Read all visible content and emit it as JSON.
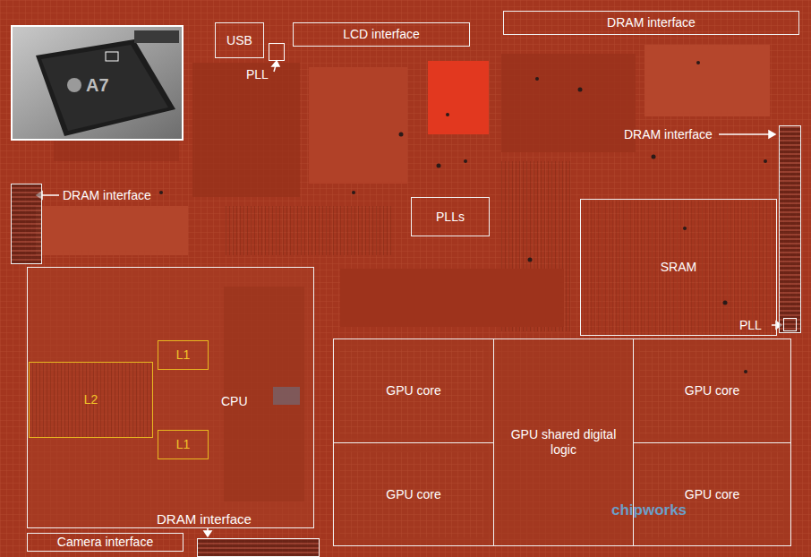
{
  "diagram": {
    "nodes": [
      {
        "text": [
          "USB"
        ]
      },
      {
        "text": [
          "PLL"
        ]
      },
      {
        "text": [
          "LCD interface"
        ]
      },
      {
        "text": [
          "DRAM interface"
        ]
      },
      {
        "text": [
          "DRAM interface"
        ]
      },
      {
        "text": [
          "DRAM interface"
        ]
      },
      {
        "text": [
          "PLLs"
        ]
      },
      {
        "text": [
          "SRAM"
        ]
      },
      {
        "text": [
          "PLL"
        ]
      },
      {
        "text": [
          "CPU"
        ]
      },
      {
        "text": [
          "L1"
        ],
        "in": 9
      },
      {
        "text": [
          "L2"
        ],
        "in": 9
      },
      {
        "text": [
          "L1"
        ],
        "in": 9
      },
      {
        "text": [
          "GPU core"
        ]
      },
      {
        "text": [
          "GPU shared digital logic"
        ]
      },
      {
        "text": [
          "GPU core"
        ]
      },
      {
        "text": [
          "GPU core"
        ]
      },
      {
        "text": [
          "GPU core"
        ]
      },
      {
        "text": [
          "DRAM interface"
        ]
      },
      {
        "text": [
          "Camera interface"
        ]
      }
    ],
    "labels": [
      "A7",
      "chipworks"
    ]
  }
}
